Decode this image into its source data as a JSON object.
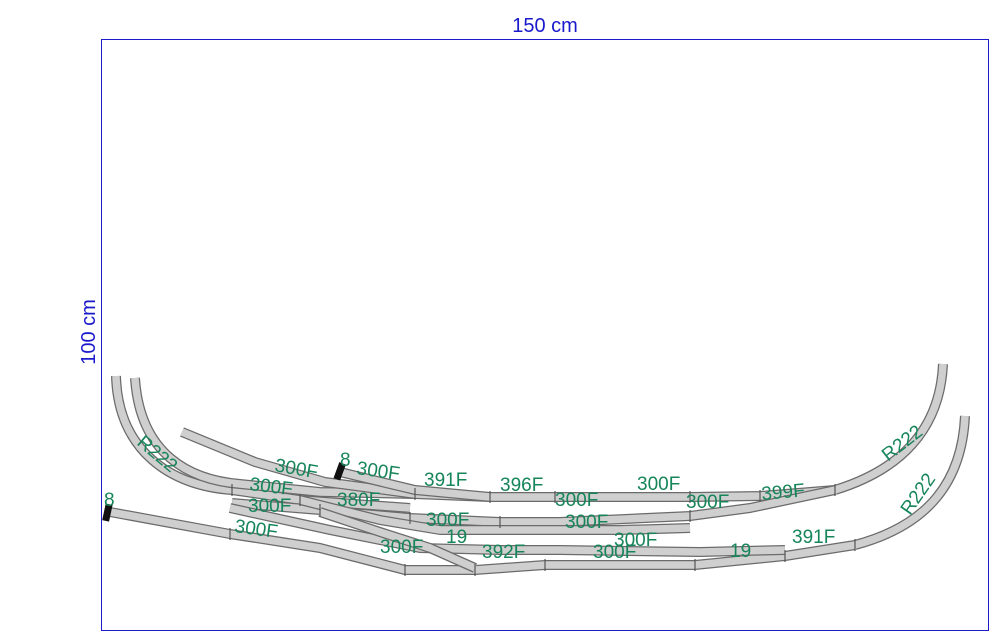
{
  "dimensions": {
    "width_label": "150 cm",
    "height_label": "100 cm"
  },
  "colors": {
    "frame": "#1a1acc",
    "label": "#17855a",
    "track_fill": "#cfcfcf",
    "track_edge": "#6b6b6b",
    "background": "#ffffff"
  },
  "track_labels": [
    "R222",
    "300F",
    "8",
    "300F",
    "391F",
    "396F",
    "300F",
    "399F",
    "R222",
    "300F",
    "380F",
    "300F",
    "300F",
    "300F",
    "300F",
    "8",
    "300F",
    "300F",
    "19",
    "392F",
    "300F",
    "19",
    "391F",
    "R222",
    "300F",
    "300F"
  ]
}
